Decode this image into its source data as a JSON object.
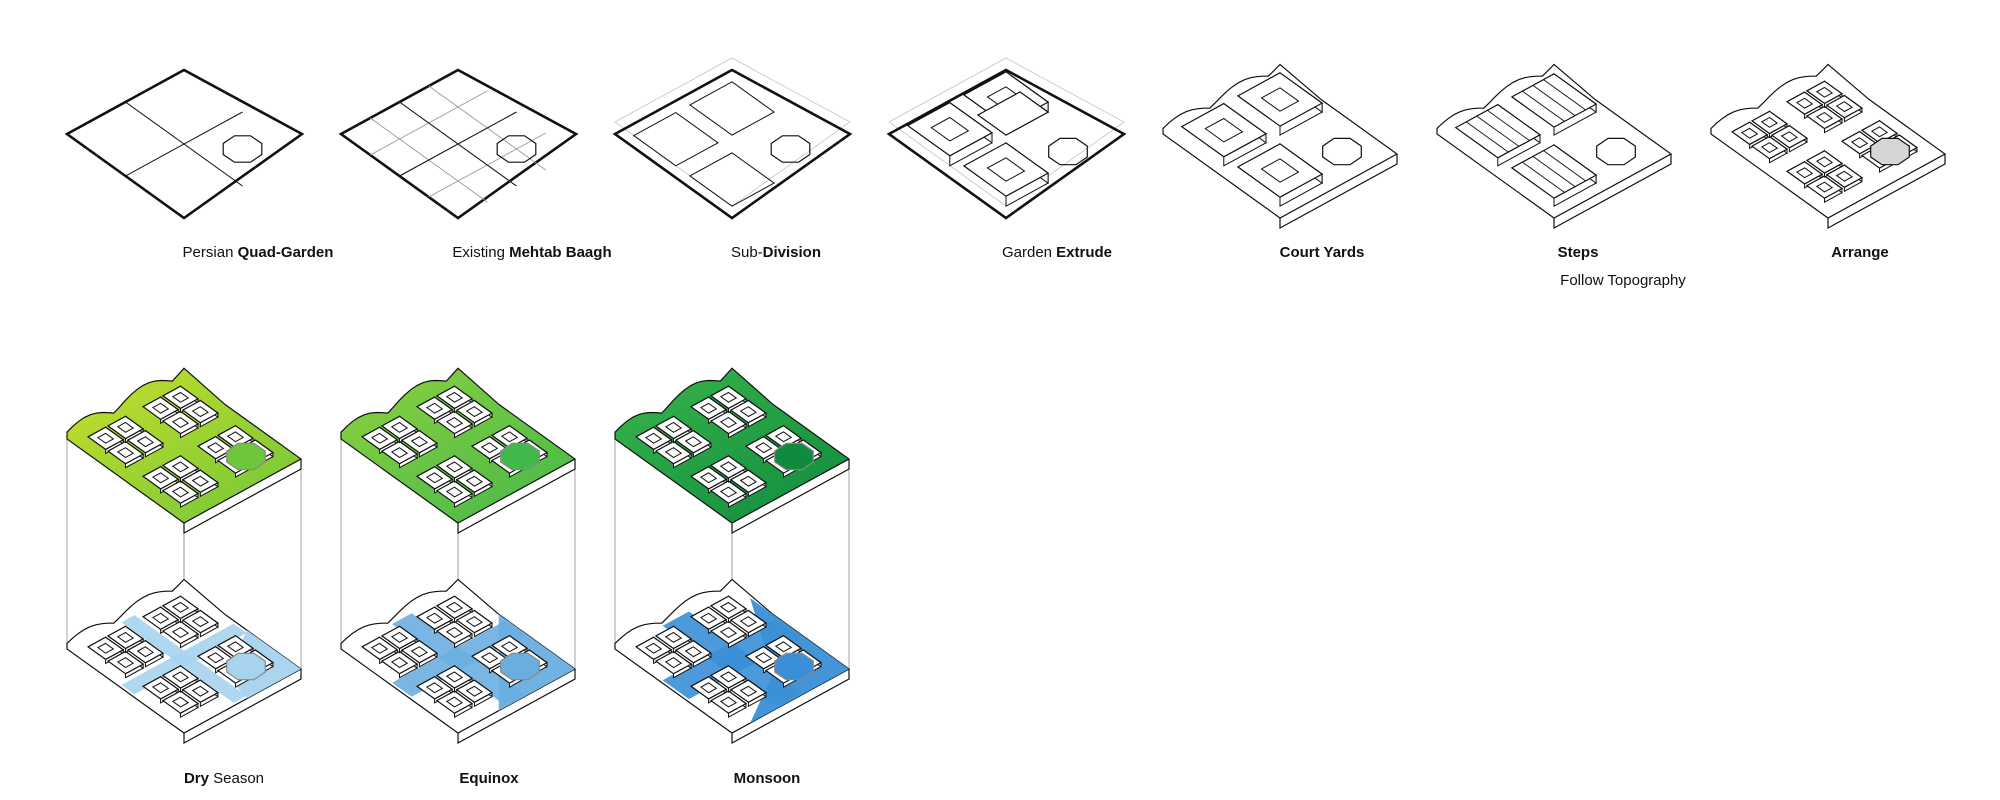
{
  "diagrams": [
    {
      "name": "quad-garden",
      "label_pre": "Persian ",
      "label_bold": "Quad-Garden",
      "label_post": ""
    },
    {
      "name": "mehtab-baagh",
      "label_pre": "Existing ",
      "label_bold": "Mehtab Baagh",
      "label_post": ""
    },
    {
      "name": "sub-division",
      "label_pre": "Sub-",
      "label_bold": "Division",
      "label_post": ""
    },
    {
      "name": "garden-extrude",
      "label_pre": "Garden ",
      "label_bold": "Extrude",
      "label_post": ""
    },
    {
      "name": "court-yards",
      "label_pre": "",
      "label_bold": "Court Yards",
      "label_post": ""
    },
    {
      "name": "steps",
      "label_pre": "",
      "label_bold": "Steps",
      "label_post": "",
      "sublabel": "Follow Topography"
    },
    {
      "name": "arrange",
      "label_pre": "",
      "label_bold": "Arrange",
      "label_post": ""
    }
  ],
  "seasons": [
    {
      "name": "dry-season",
      "label_pre": "",
      "label_bold": "Dry",
      "label_post": " Season",
      "green_a": "#c9df2a",
      "green_b": "#6fc63a",
      "water": "#a7d3ee",
      "water_level": 0.2
    },
    {
      "name": "equinox",
      "label_pre": "",
      "label_bold": "Equinox",
      "label_post": "",
      "green_a": "#8ed13e",
      "green_b": "#43b84a",
      "water": "#6aaee0",
      "water_level": 0.55
    },
    {
      "name": "monsoon",
      "label_pre": "",
      "label_bold": "Monsoon",
      "label_post": "",
      "green_a": "#39b54a",
      "green_b": "#0f8a3f",
      "water": "#3a8fd6",
      "water_level": 0.9
    }
  ],
  "colors": {
    "line": "#111111",
    "light_line": "#9a9a9a",
    "pool": "#bdbdbd"
  }
}
